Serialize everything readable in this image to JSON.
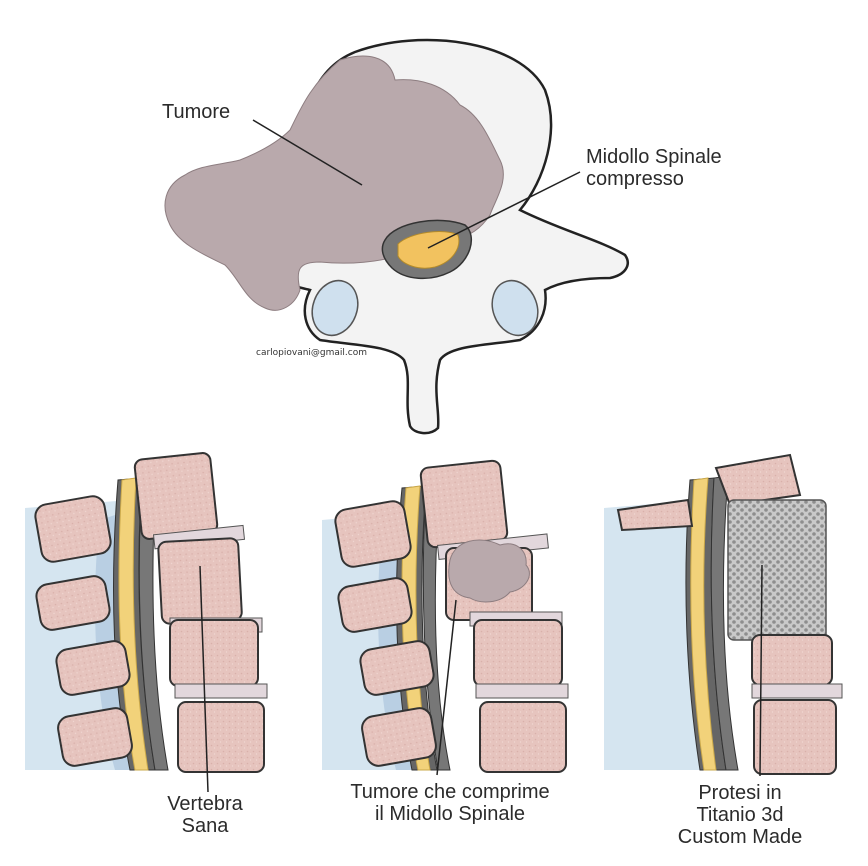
{
  "labels": {
    "tumor": "Tumore",
    "spinal_cord": "Midollo Spinale\ncompresso",
    "healthy": "Vertebra\nSana",
    "tumor_compress": "Tumore che comprime\nil Midollo Spinale",
    "prosthesis": "Protesi in\nTitanio 3d\nCustom Made"
  },
  "credit": "carlopiovani@gmail.com",
  "colors": {
    "tumor": "#b9a9ac",
    "bone_pink": "#e9c9c3",
    "bone_white": "#f2f2f2",
    "csf_blue": "#c8dcea",
    "cord_yellow": "#f2d27a",
    "dura_gray": "#7a7a7a",
    "disc": "#e2d7dc",
    "titanium": "#9a9a9a"
  }
}
